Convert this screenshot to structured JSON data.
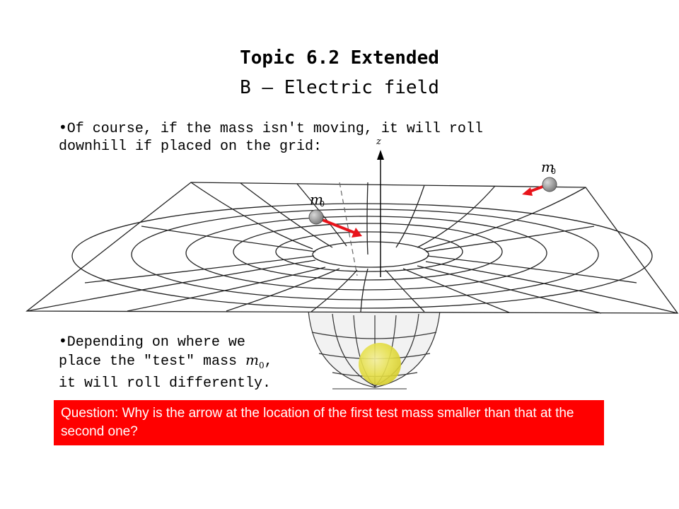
{
  "header": {
    "title": "Topic 6.2 Extended",
    "subtitle": "B — Electric field"
  },
  "bullets": {
    "first": {
      "marker": "•",
      "line1": "Of course, if the mass isn't moving, it will roll",
      "line2": "downhill if placed on the grid:"
    },
    "second": {
      "marker": "•",
      "line1": "Depending on where we",
      "line2_prefix": "place the \"test\" mass ",
      "mass_symbol": "m",
      "mass_subscript": "0",
      "line2_suffix": ",",
      "line3": "it will roll differently."
    }
  },
  "figure": {
    "z_axis_label": "z",
    "test_mass_1": {
      "symbol": "m",
      "subscript": "0"
    },
    "test_mass_2": {
      "symbol": "m",
      "subscript": "0"
    },
    "arrow_color": "#e8141b",
    "central_mass_color": "#e6e04a"
  },
  "question": {
    "text": "Question:  Why is the arrow at the location of the first test mass smaller than that at the second one?",
    "background": "#ff0000"
  }
}
